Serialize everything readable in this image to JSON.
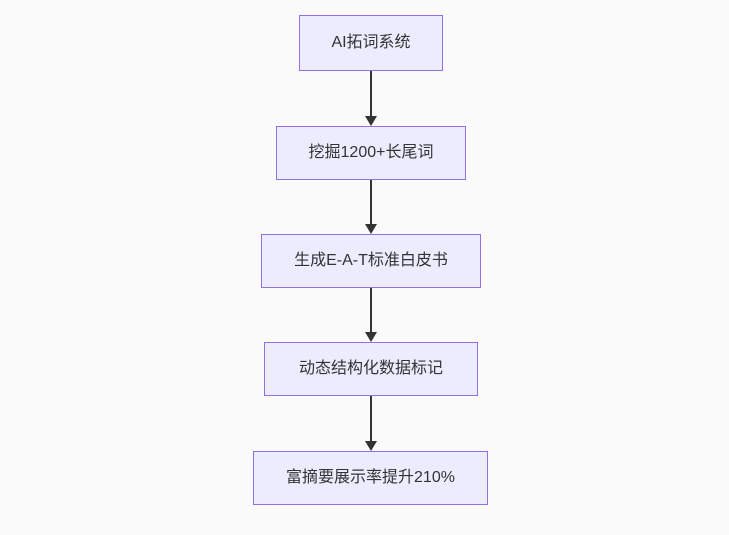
{
  "diagram": {
    "type": "flowchart",
    "direction": "top-down",
    "nodes": [
      {
        "id": "n1",
        "label": "AI拓词系统"
      },
      {
        "id": "n2",
        "label": "挖掘1200+长尾词"
      },
      {
        "id": "n3",
        "label": "生成E-A-T标准白皮书"
      },
      {
        "id": "n4",
        "label": "动态结构化数据标记"
      },
      {
        "id": "n5",
        "label": "富摘要展示率提升210%"
      }
    ],
    "edges": [
      {
        "from": "n1",
        "to": "n2"
      },
      {
        "from": "n2",
        "to": "n3"
      },
      {
        "from": "n3",
        "to": "n4"
      },
      {
        "from": "n4",
        "to": "n5"
      }
    ],
    "colors": {
      "background": "#fafafa",
      "node_fill": "#ececff",
      "node_border": "#9370db",
      "node_text": "#333333",
      "arrow": "#333333"
    }
  }
}
